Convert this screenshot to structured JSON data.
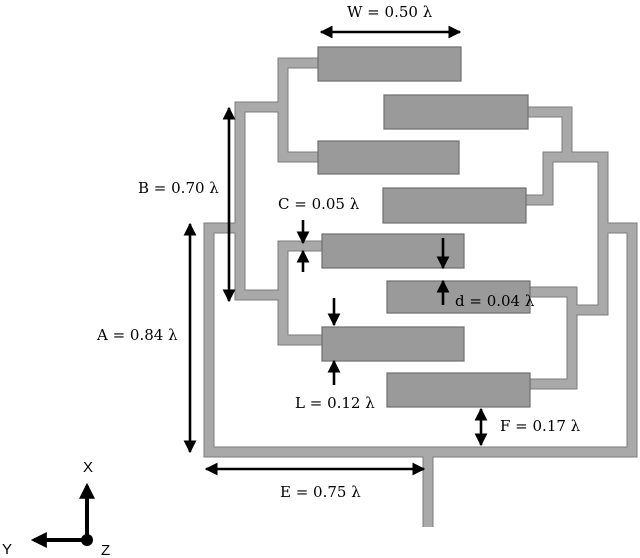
{
  "labels": {
    "W": "W = 0.50 λ",
    "B": "B = 0.70 λ",
    "C": "C = 0.05 λ",
    "d": "d = 0.04 λ",
    "A": "A = 0.84 λ",
    "L": "L = 0.12 λ",
    "F": "F = 0.17 λ",
    "E": "E = 0.75 λ"
  },
  "axes": {
    "x": "X",
    "y": "Y",
    "z": "Z"
  },
  "colors": {
    "patch": "#9a9a9a",
    "feed_line": "#a9a9a9",
    "dimension": "#000000"
  }
}
